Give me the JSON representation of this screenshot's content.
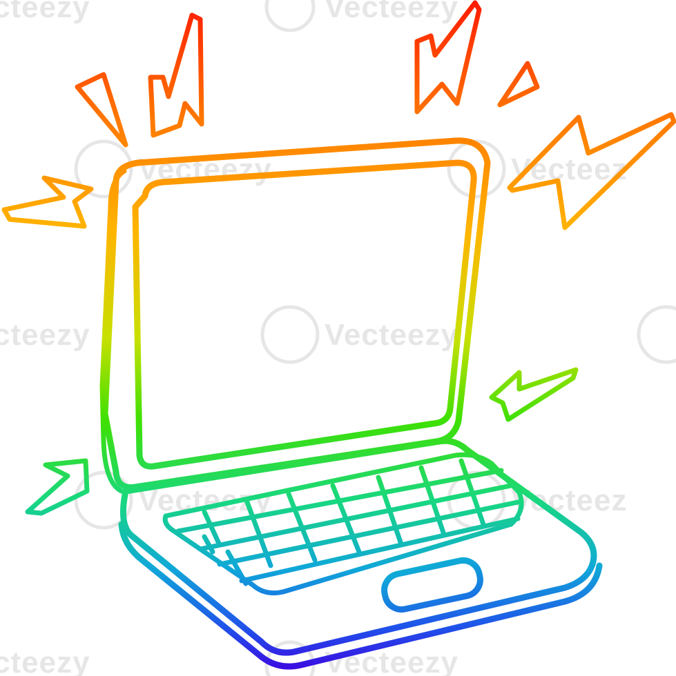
{
  "watermark": {
    "text": "Vecteezy",
    "text_partial_left": "cteezy",
    "text_partial_right": "Vecteez",
    "color": "#e6e6e6"
  },
  "illustration": {
    "subject": "laptop-icon",
    "style": "rainbow gradient line art",
    "gradient_colors": [
      "#ff2a00",
      "#ff8a00",
      "#ffd000",
      "#7be000",
      "#18d850",
      "#10b8c8",
      "#2050e8",
      "#3a00e0"
    ]
  }
}
